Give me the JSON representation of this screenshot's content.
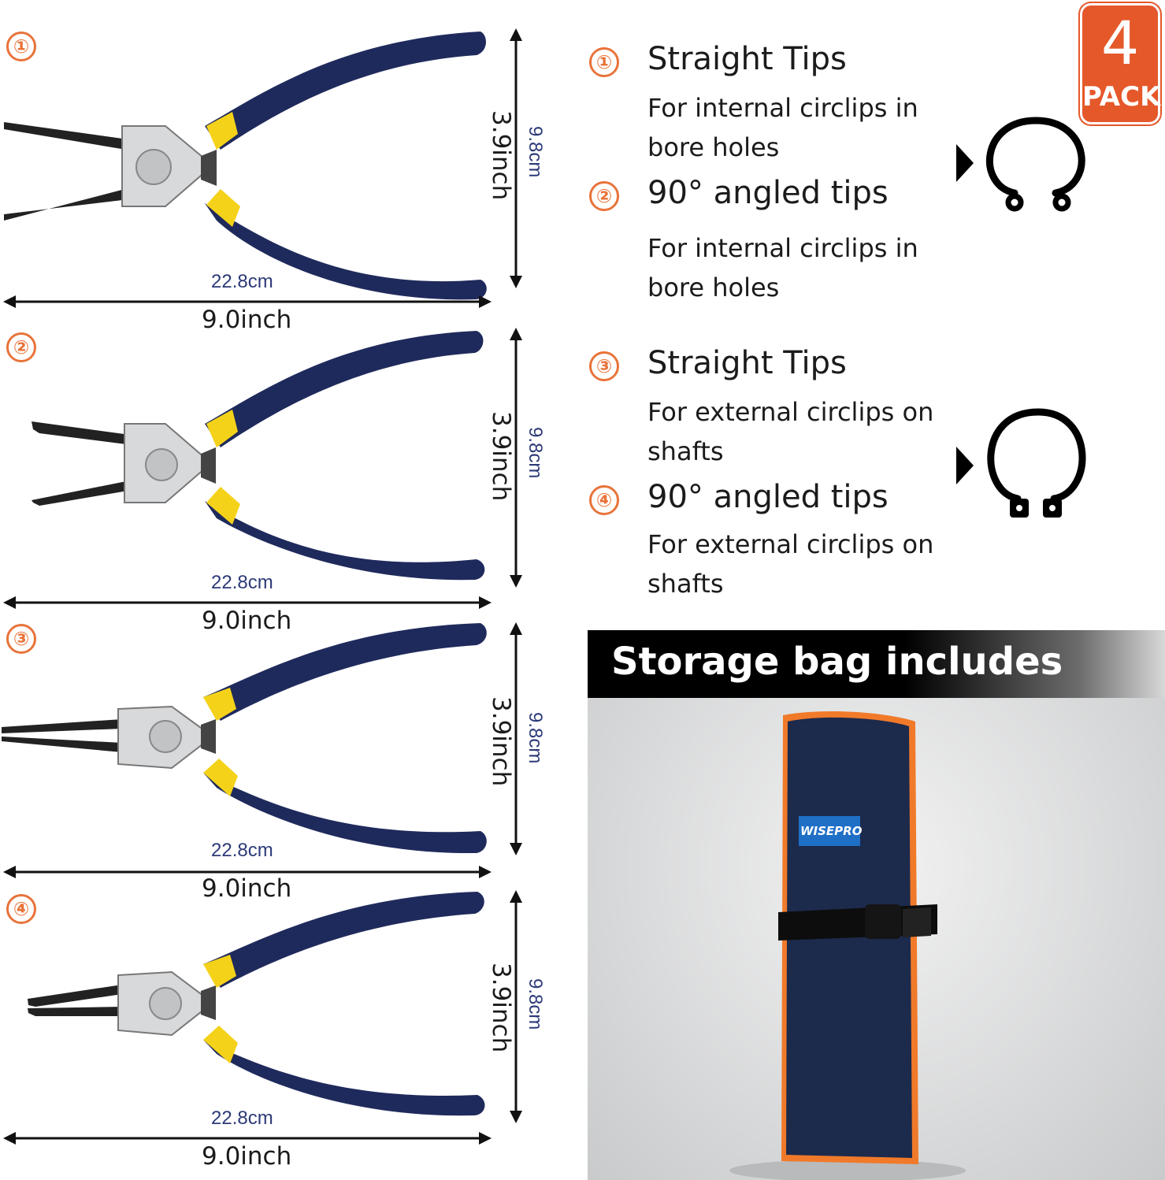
{
  "pliers": [
    {
      "number": "①",
      "height_in": "3.9inch",
      "height_cm": "9.8cm",
      "width_cm": "22.8cm",
      "width_in": "9.0inch",
      "tip": "straight-internal"
    },
    {
      "number": "②",
      "height_in": "3.9inch",
      "height_cm": "9.8cm",
      "width_cm": "22.8cm",
      "width_in": "9.0inch",
      "tip": "angled-internal"
    },
    {
      "number": "③",
      "height_in": "3.9inch",
      "height_cm": "9.8cm",
      "width_cm": "22.8cm",
      "width_in": "9.0inch",
      "tip": "straight-external"
    },
    {
      "number": "④",
      "height_in": "3.9inch",
      "height_cm": "9.8cm",
      "width_cm": "22.8cm",
      "width_in": "9.0inch",
      "tip": "angled-external"
    }
  ],
  "features": [
    {
      "number": "①",
      "title": "Straight Tips",
      "desc": "For internal circlips in bore holes"
    },
    {
      "number": "②",
      "title": "90° angled tips",
      "desc": "For internal circlips in bore holes"
    },
    {
      "number": "③",
      "title": "Straight Tips",
      "desc": "For  external circlips on shafts"
    },
    {
      "number": "④",
      "title": "90° angled tips",
      "desc": "For external circlips on shafts"
    }
  ],
  "pack_badge": {
    "count": "4",
    "label": "PACK"
  },
  "storage": {
    "heading": "Storage bag includes",
    "brand": "WISEPRO"
  },
  "colors": {
    "accent": "#e8733a",
    "handle": "#1f2a5c",
    "grip": "#f4d21a",
    "bag": "#1c2a4c",
    "bag_trim": "#f07a2a"
  }
}
